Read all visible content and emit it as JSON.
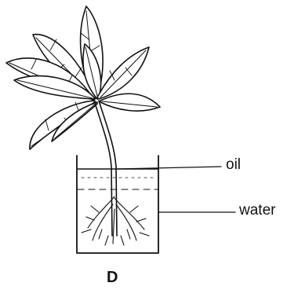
{
  "figure": {
    "caption": "D",
    "labels": {
      "oil": "oil",
      "water": "water"
    }
  },
  "colors": {
    "ink": "#111111",
    "background": "#ffffff"
  }
}
